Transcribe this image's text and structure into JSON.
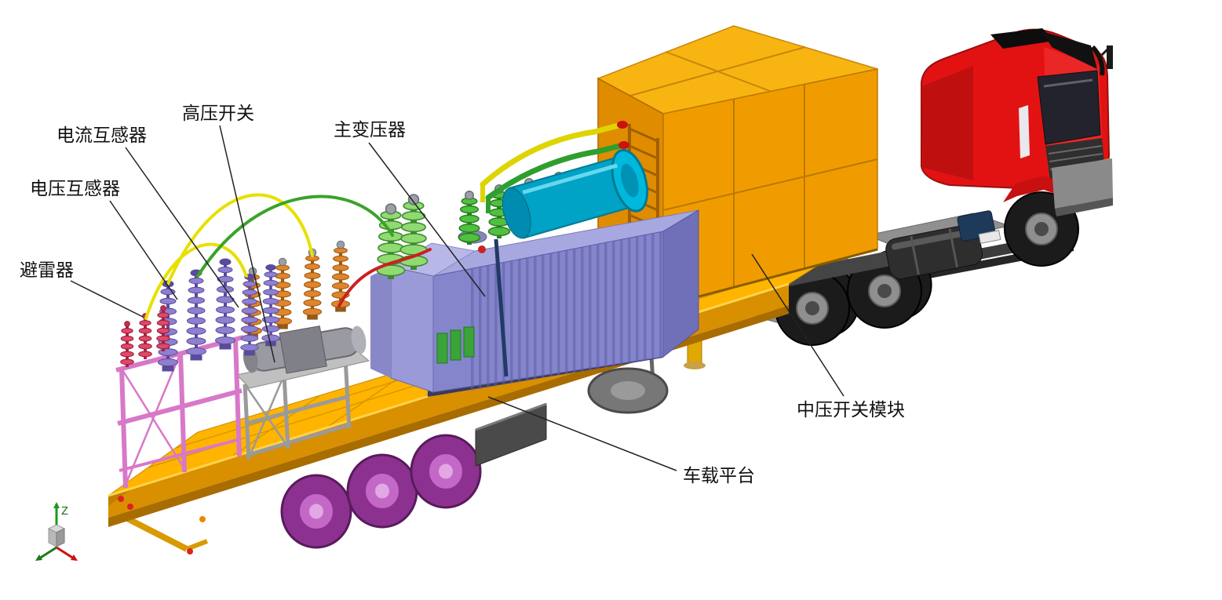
{
  "labels": {
    "arrester": "避雷器",
    "voltage_transformer": "电压互感器",
    "current_transformer": "电流互感器",
    "hv_switch": "高压开关",
    "main_transformer": "主变压器",
    "mv_switch_module": "中压开关模块",
    "platform": "车载平台"
  },
  "axis": {
    "z": "Z"
  },
  "colors": {
    "background": "#ffffff",
    "label_text": "#111111",
    "leader_line": "#222222",
    "deck_yellow": "#ffb400",
    "deck_side": "#d88f00",
    "container_orange": "#f09c00",
    "container_top": "#f8b411",
    "truck_cab_red": "#e31212",
    "truck_chassis": "#3c3c3c",
    "transformer_violet": "#8585cc",
    "cooler_cyan": "#00a2c6",
    "trailer_wheel_magenta": "#8d3190",
    "truck_wheel_black": "#1b1b1b",
    "support_frame_pink": "#d878c8",
    "insulator_green": "#4fc13f",
    "insulator_orange": "#e0852a",
    "insulator_purple": "#8f7fd0",
    "arrester_red": "#e04868",
    "cable_yellow": "#e8e000",
    "cable_green": "#3aa32a",
    "cable_red": "#cc2020"
  }
}
